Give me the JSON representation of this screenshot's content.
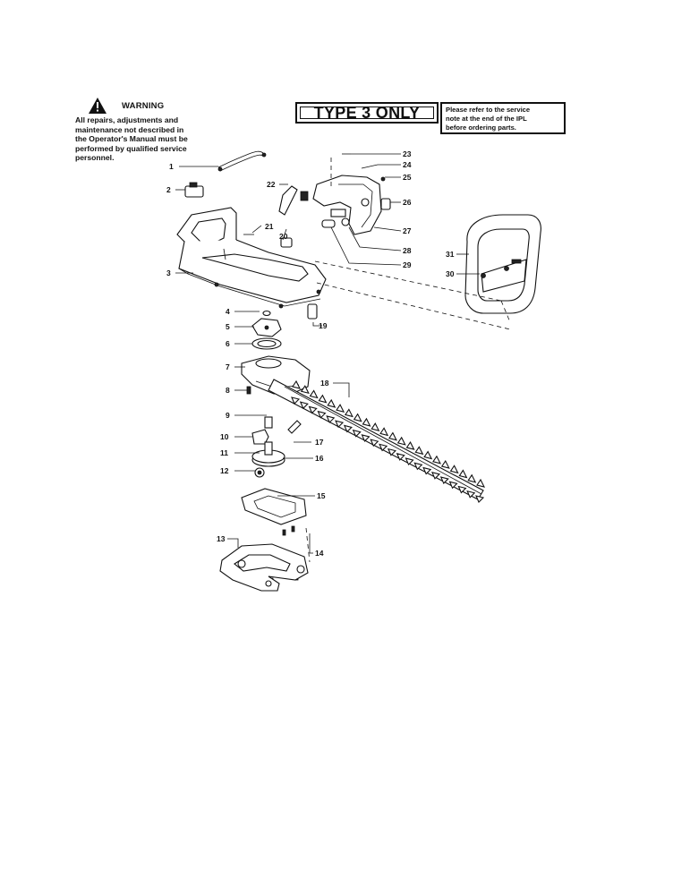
{
  "warning": {
    "title": "WARNING",
    "lines": [
      "All repairs, adjustments and",
      "maintenance not described in",
      "the Operator's Manual must be",
      "performed by qualified service",
      "personnel."
    ]
  },
  "type_label": "TYPE 3 ONLY",
  "service_note": {
    "lines": [
      "Please refer to the service",
      "note at the end of the IPL",
      "before ordering parts."
    ]
  },
  "part_numbers": [
    "1",
    "2",
    "3",
    "4",
    "5",
    "6",
    "7",
    "8",
    "9",
    "10",
    "11",
    "12",
    "13",
    "14",
    "15",
    "16",
    "17",
    "18",
    "19",
    "20",
    "21",
    "22",
    "23",
    "24",
    "25",
    "26",
    "27",
    "28",
    "29",
    "30",
    "31"
  ]
}
